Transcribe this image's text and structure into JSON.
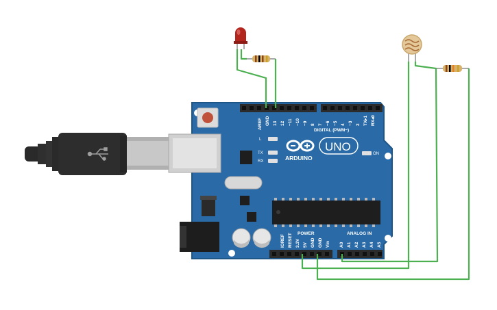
{
  "board": {
    "label_aref": "AREF",
    "label_gnd": "GND",
    "digital_pins": [
      "13",
      "12",
      "~11",
      "~10",
      "~9",
      "8",
      "7",
      "~6",
      "~5",
      "4",
      "~3",
      "2",
      "TX▸1",
      "RX◂0"
    ],
    "label_digital": "DIGITAL (PWM~)",
    "label_l": "L",
    "label_tx": "TX",
    "label_rx": "RX",
    "brand": "ARDUINO",
    "model": "UNO",
    "label_on": "ON",
    "label_power": "POWER",
    "label_analog": "ANALOG IN",
    "power_pins": [
      "IOREF",
      "RESET",
      "3.3V",
      "5V",
      "GND",
      "GND",
      "Vin"
    ],
    "analog_pins": [
      "A0",
      "A1",
      "A2",
      "A3",
      "A4",
      "A5"
    ]
  },
  "colors": {
    "board": "#2a6aa6",
    "board_edge": "#1f5688",
    "wire": "#4caf50",
    "led": "#c62828",
    "header": "#2b2b2b",
    "chip": "#1e1e1e"
  },
  "components": {
    "usb_cable_icon": "usb-icon",
    "led": "red-led",
    "photoresistor": "photoresistor",
    "resistors": [
      "resistor-led",
      "resistor-ldr"
    ]
  }
}
